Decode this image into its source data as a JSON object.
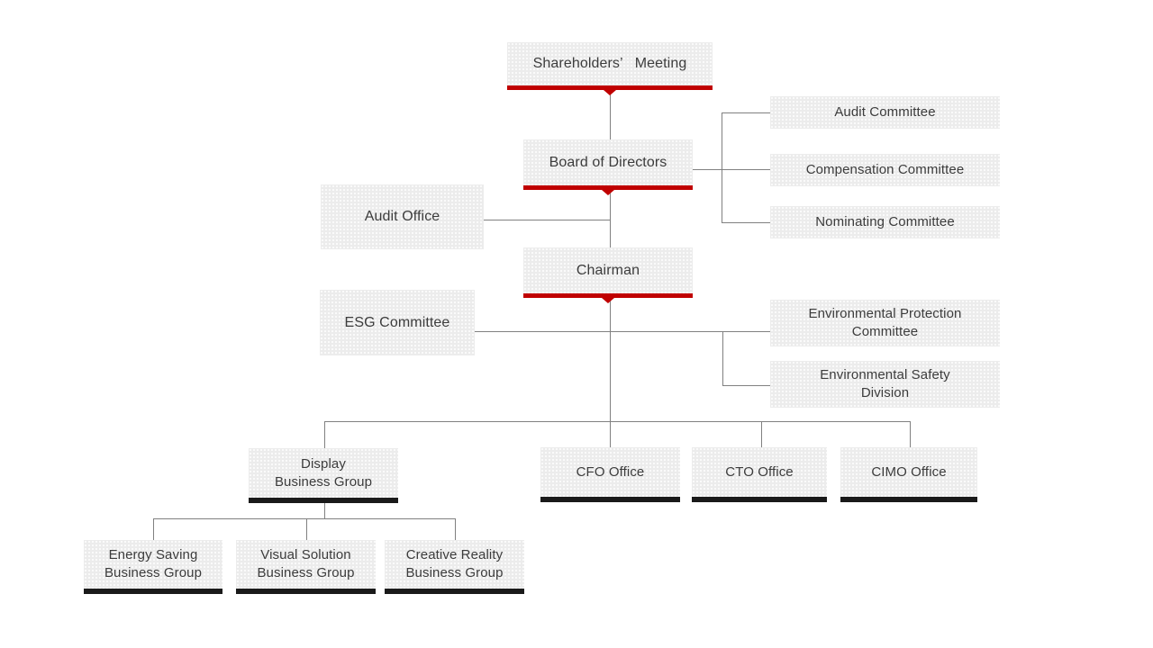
{
  "diagram": {
    "type": "org-chart",
    "colors": {
      "accent_red": "#c00000",
      "underline_black": "#1a1a1a",
      "connector": "#808080",
      "box_bg": "#ececec",
      "text": "#3c3c3c"
    },
    "nodes": {
      "shareholders": {
        "label": "Shareholders’   Meeting",
        "underline": "red"
      },
      "board": {
        "label": "Board of Directors",
        "underline": "red"
      },
      "audit_committee": {
        "label": "Audit Committee",
        "underline": "none"
      },
      "compensation_committee": {
        "label": "Compensation Committee",
        "underline": "none"
      },
      "nominating_committee": {
        "label": "Nominating Committee",
        "underline": "none"
      },
      "audit_office": {
        "label": "Audit Office",
        "underline": "none"
      },
      "chairman": {
        "label": "Chairman",
        "underline": "red"
      },
      "esg_committee": {
        "label": "ESG Committee",
        "underline": "none"
      },
      "env_protection": {
        "label": "Environmental Protection\nCommittee",
        "underline": "none"
      },
      "env_safety": {
        "label": "Environmental Safety\nDivision",
        "underline": "none"
      },
      "display_group": {
        "label": "Display\nBusiness Group",
        "underline": "black"
      },
      "cfo_office": {
        "label": "CFO Office",
        "underline": "black"
      },
      "cto_office": {
        "label": "CTO Office",
        "underline": "black"
      },
      "cimo_office": {
        "label": "CIMO Office",
        "underline": "black"
      },
      "energy_saving": {
        "label": "Energy Saving\nBusiness Group",
        "underline": "black"
      },
      "visual_solution": {
        "label": "Visual Solution\nBusiness Group",
        "underline": "black"
      },
      "creative_reality": {
        "label": "Creative Reality\nBusiness Group",
        "underline": "black"
      }
    }
  }
}
